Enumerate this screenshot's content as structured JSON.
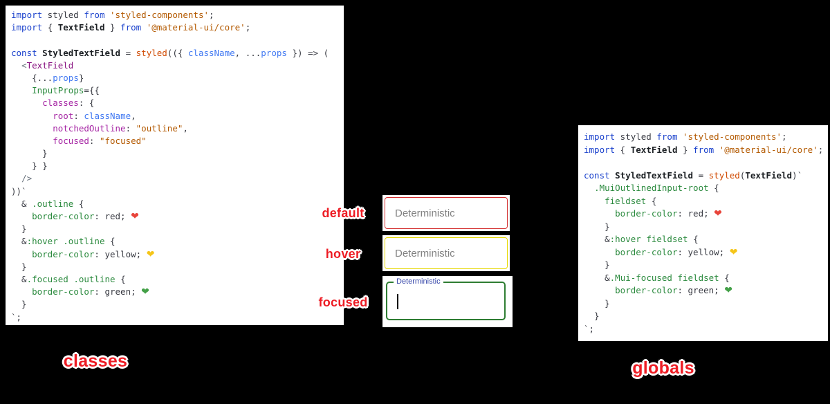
{
  "colors": {
    "background": "#000000",
    "annotation_red": "#ed1c24",
    "heart_red": "#e8443a",
    "heart_yellow": "#f5c518",
    "heart_green": "#43a047"
  },
  "annotations": {
    "default": "default",
    "hover": "hover",
    "focused": "focused",
    "classes": "classes",
    "globals": "globals"
  },
  "textfields": {
    "default": {
      "label": "Deterministic",
      "border_color": "#d32f2f"
    },
    "hover": {
      "label": "Deterministic",
      "border_color": "#e6d800"
    },
    "focused": {
      "label": "Deterministic",
      "border_color": "#2e7d32"
    }
  },
  "code_left": {
    "lines": [
      [
        {
          "c": "kw",
          "t": "import"
        },
        {
          "c": "pl",
          "t": " styled "
        },
        {
          "c": "kw",
          "t": "from"
        },
        {
          "c": "pl",
          "t": " "
        },
        {
          "c": "str",
          "t": "'styled-components'"
        },
        {
          "c": "pl",
          "t": ";"
        }
      ],
      [
        {
          "c": "kw",
          "t": "import"
        },
        {
          "c": "pl",
          "t": " { "
        },
        {
          "c": "b",
          "t": "TextField"
        },
        {
          "c": "pl",
          "t": " } "
        },
        {
          "c": "kw",
          "t": "from"
        },
        {
          "c": "pl",
          "t": " "
        },
        {
          "c": "str",
          "t": "'@material-ui/core'"
        },
        {
          "c": "pl",
          "t": ";"
        }
      ],
      [],
      [
        {
          "c": "kw",
          "t": "const"
        },
        {
          "c": "pl",
          "t": " "
        },
        {
          "c": "b",
          "t": "StyledTextField"
        },
        {
          "c": "pl",
          "t": " = "
        },
        {
          "c": "fn",
          "t": "styled"
        },
        {
          "c": "pl",
          "t": "(({ "
        },
        {
          "c": "var",
          "t": "className"
        },
        {
          "c": "pl",
          "t": ", ..."
        },
        {
          "c": "var",
          "t": "props"
        },
        {
          "c": "pl",
          "t": " }) => ("
        }
      ],
      [
        {
          "c": "pl",
          "t": "  "
        },
        {
          "c": "ang",
          "t": "<"
        },
        {
          "c": "tag",
          "t": "TextField"
        }
      ],
      [
        {
          "c": "pl",
          "t": "    {..."
        },
        {
          "c": "var",
          "t": "props"
        },
        {
          "c": "pl",
          "t": "}"
        }
      ],
      [
        {
          "c": "pl",
          "t": "    "
        },
        {
          "c": "attr",
          "t": "InputProps"
        },
        {
          "c": "pl",
          "t": "={{"
        }
      ],
      [
        {
          "c": "pl",
          "t": "      "
        },
        {
          "c": "key",
          "t": "classes"
        },
        {
          "c": "pl",
          "t": ": {"
        }
      ],
      [
        {
          "c": "pl",
          "t": "        "
        },
        {
          "c": "key",
          "t": "root"
        },
        {
          "c": "pl",
          "t": ": "
        },
        {
          "c": "var",
          "t": "className"
        },
        {
          "c": "pl",
          "t": ","
        }
      ],
      [
        {
          "c": "pl",
          "t": "        "
        },
        {
          "c": "key",
          "t": "notchedOutline"
        },
        {
          "c": "pl",
          "t": ": "
        },
        {
          "c": "str",
          "t": "\"outline\""
        },
        {
          "c": "pl",
          "t": ","
        }
      ],
      [
        {
          "c": "pl",
          "t": "        "
        },
        {
          "c": "key",
          "t": "focused"
        },
        {
          "c": "pl",
          "t": ": "
        },
        {
          "c": "str",
          "t": "\"focused\""
        }
      ],
      [
        {
          "c": "pl",
          "t": "      }"
        }
      ],
      [
        {
          "c": "pl",
          "t": "    } }"
        }
      ],
      [
        {
          "c": "pl",
          "t": "  "
        },
        {
          "c": "ang",
          "t": "/>"
        }
      ],
      [
        {
          "c": "pl",
          "t": "))`"
        }
      ],
      [
        {
          "c": "pl",
          "t": "  & "
        },
        {
          "c": "sel",
          "t": ".outline"
        },
        {
          "c": "pl",
          "t": " {"
        }
      ],
      [
        {
          "c": "pl",
          "t": "    "
        },
        {
          "c": "prop",
          "t": "border-color"
        },
        {
          "c": "pl",
          "t": ": red; "
        },
        {
          "c": "emr",
          "t": "❤"
        }
      ],
      [
        {
          "c": "pl",
          "t": "  }"
        }
      ],
      [
        {
          "c": "pl",
          "t": "  &"
        },
        {
          "c": "sel",
          "t": ":hover"
        },
        {
          "c": "pl",
          "t": " "
        },
        {
          "c": "sel",
          "t": ".outline"
        },
        {
          "c": "pl",
          "t": " {"
        }
      ],
      [
        {
          "c": "pl",
          "t": "    "
        },
        {
          "c": "prop",
          "t": "border-color"
        },
        {
          "c": "pl",
          "t": ": yellow; "
        },
        {
          "c": "emy",
          "t": "❤"
        }
      ],
      [
        {
          "c": "pl",
          "t": "  }"
        }
      ],
      [
        {
          "c": "pl",
          "t": "  &"
        },
        {
          "c": "sel",
          "t": ".focused"
        },
        {
          "c": "pl",
          "t": " "
        },
        {
          "c": "sel",
          "t": ".outline"
        },
        {
          "c": "pl",
          "t": " {"
        }
      ],
      [
        {
          "c": "pl",
          "t": "    "
        },
        {
          "c": "prop",
          "t": "border-color"
        },
        {
          "c": "pl",
          "t": ": green; "
        },
        {
          "c": "emg",
          "t": "❤"
        }
      ],
      [
        {
          "c": "pl",
          "t": "  }"
        }
      ],
      [
        {
          "c": "pl",
          "t": "`;"
        }
      ]
    ]
  },
  "code_right": {
    "lines": [
      [
        {
          "c": "kw",
          "t": "import"
        },
        {
          "c": "pl",
          "t": " styled "
        },
        {
          "c": "kw",
          "t": "from"
        },
        {
          "c": "pl",
          "t": " "
        },
        {
          "c": "str",
          "t": "'styled-components'"
        },
        {
          "c": "pl",
          "t": ";"
        }
      ],
      [
        {
          "c": "kw",
          "t": "import"
        },
        {
          "c": "pl",
          "t": " { "
        },
        {
          "c": "b",
          "t": "TextField"
        },
        {
          "c": "pl",
          "t": " } "
        },
        {
          "c": "kw",
          "t": "from"
        },
        {
          "c": "pl",
          "t": " "
        },
        {
          "c": "str",
          "t": "'@material-ui/core'"
        },
        {
          "c": "pl",
          "t": ";"
        }
      ],
      [],
      [
        {
          "c": "kw",
          "t": "const"
        },
        {
          "c": "pl",
          "t": " "
        },
        {
          "c": "b",
          "t": "StyledTextField"
        },
        {
          "c": "pl",
          "t": " = "
        },
        {
          "c": "fn",
          "t": "styled"
        },
        {
          "c": "pl",
          "t": "("
        },
        {
          "c": "b",
          "t": "TextField"
        },
        {
          "c": "pl",
          "t": ")`"
        }
      ],
      [
        {
          "c": "pl",
          "t": "  "
        },
        {
          "c": "sel",
          "t": ".MuiOutlinedInput-root"
        },
        {
          "c": "pl",
          "t": " {"
        }
      ],
      [
        {
          "c": "pl",
          "t": "    "
        },
        {
          "c": "sel",
          "t": "fieldset"
        },
        {
          "c": "pl",
          "t": " {"
        }
      ],
      [
        {
          "c": "pl",
          "t": "      "
        },
        {
          "c": "prop",
          "t": "border-color"
        },
        {
          "c": "pl",
          "t": ": red; "
        },
        {
          "c": "emr",
          "t": "❤"
        }
      ],
      [
        {
          "c": "pl",
          "t": "    }"
        }
      ],
      [
        {
          "c": "pl",
          "t": "    &"
        },
        {
          "c": "sel",
          "t": ":hover"
        },
        {
          "c": "pl",
          "t": " "
        },
        {
          "c": "sel",
          "t": "fieldset"
        },
        {
          "c": "pl",
          "t": " {"
        }
      ],
      [
        {
          "c": "pl",
          "t": "      "
        },
        {
          "c": "prop",
          "t": "border-color"
        },
        {
          "c": "pl",
          "t": ": yellow; "
        },
        {
          "c": "emy",
          "t": "❤"
        }
      ],
      [
        {
          "c": "pl",
          "t": "    }"
        }
      ],
      [
        {
          "c": "pl",
          "t": "    &"
        },
        {
          "c": "sel",
          "t": ".Mui-focused"
        },
        {
          "c": "pl",
          "t": " "
        },
        {
          "c": "sel",
          "t": "fieldset"
        },
        {
          "c": "pl",
          "t": " {"
        }
      ],
      [
        {
          "c": "pl",
          "t": "      "
        },
        {
          "c": "prop",
          "t": "border-color"
        },
        {
          "c": "pl",
          "t": ": green; "
        },
        {
          "c": "emg",
          "t": "❤"
        }
      ],
      [
        {
          "c": "pl",
          "t": "    }"
        }
      ],
      [
        {
          "c": "pl",
          "t": "  }"
        }
      ],
      [
        {
          "c": "pl",
          "t": "`;"
        }
      ]
    ]
  }
}
